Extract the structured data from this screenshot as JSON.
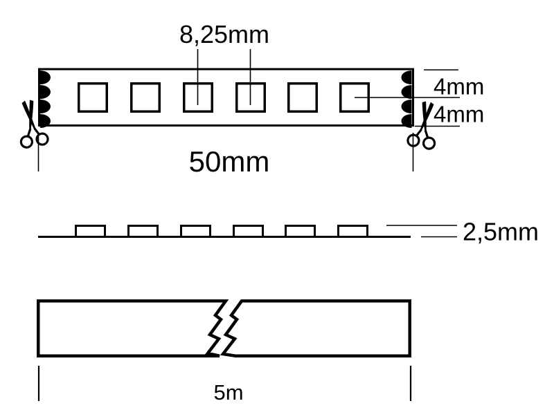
{
  "colors": {
    "line": "#000000",
    "background": "#ffffff"
  },
  "top_view": {
    "pitch_label": "8,25mm",
    "upper_width_label": "4mm",
    "lower_width_label": "4mm",
    "cut_segment_label": "50mm",
    "led_count": 6,
    "solder_pads_per_side": 4,
    "cut_icon": "scissors"
  },
  "side_view": {
    "thickness_label": "2,5mm",
    "led_count": 6
  },
  "length_view": {
    "total_length_label": "5m"
  }
}
